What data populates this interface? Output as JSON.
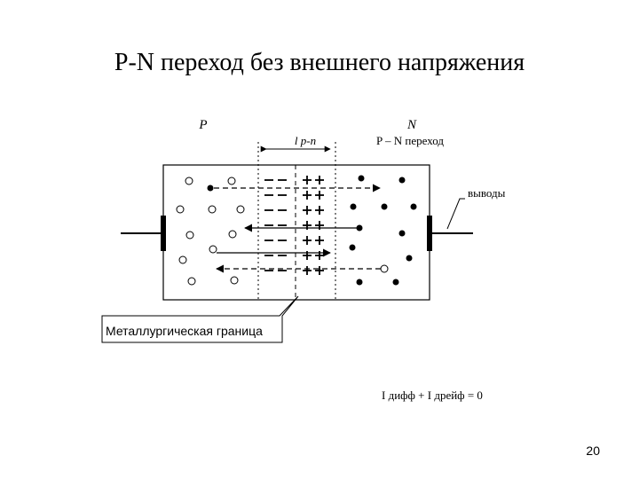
{
  "slide": {
    "title": "P-N переход без внешнего напряжения",
    "page_number": "20"
  },
  "diagram": {
    "label_p": "P",
    "label_n": "N",
    "label_width": "l p-n",
    "label_junction": "P – N переход",
    "label_terminals": "выводы",
    "label_boundary": "Металлургическая граница",
    "formula": "I дифф  + I дрейф = 0",
    "minus_rows": 7,
    "plus_rows": 7
  }
}
